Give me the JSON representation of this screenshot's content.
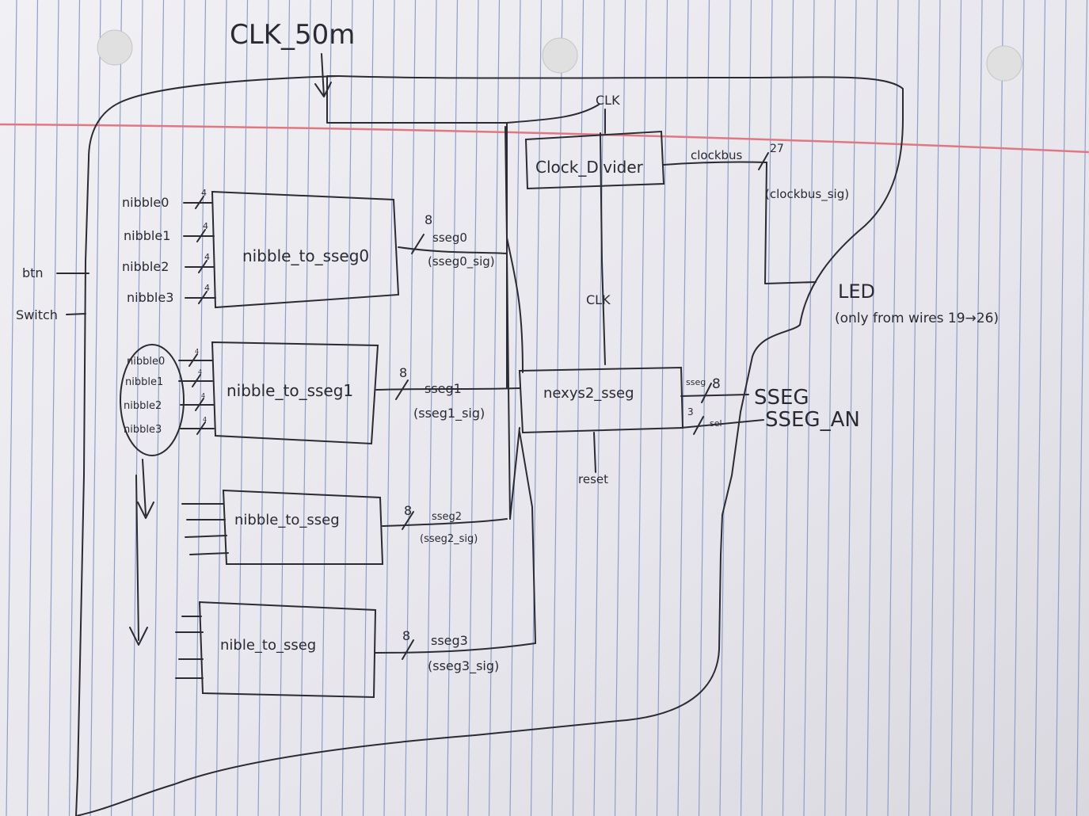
{
  "inputs": {
    "clock": "CLK_50m",
    "btn": "btn",
    "switch": "Switch"
  },
  "clk_label_top": "CLK",
  "clk_label_mid": "CLK",
  "clock_divider": {
    "label": "Clock_Divider",
    "bus": "clockbus",
    "bus_width": "27",
    "sig": "(clockbus_sig)"
  },
  "led": {
    "label": "LED",
    "note": "(only from wires 19→26)"
  },
  "nibbles": [
    "nibble0",
    "nibble1",
    "nibble2",
    "nibble3"
  ],
  "nibble_width": "4",
  "blocks": [
    {
      "label": "nibble_to_sseg0",
      "width": "8",
      "out": "sseg0",
      "sig": "(sseg0_sig)"
    },
    {
      "label": "nibble_to_sseg1",
      "width": "8",
      "out": "sseg1",
      "sig": "(sseg1_sig)"
    },
    {
      "label": "nibble_to_sseg",
      "width": "8",
      "out": "sseg2",
      "sig": "(sseg2_sig)"
    },
    {
      "label": "nible_to_sseg",
      "width": "8",
      "out": "sseg3",
      "sig": "(sseg3_sig)"
    }
  ],
  "nexys": {
    "label": "nexys2_sseg",
    "sseg_port": "sseg",
    "sseg_width": "8",
    "an_width": "3",
    "an_port": "sel",
    "reset": "reset"
  },
  "outputs": {
    "sseg": "SSEG",
    "sseg_an": "SSEG_AN"
  }
}
